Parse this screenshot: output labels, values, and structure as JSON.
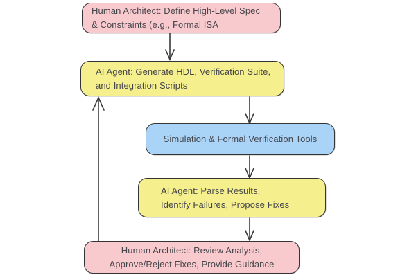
{
  "diagram": {
    "type": "flowchart",
    "description": "Human-in-the-loop AI hardware design iteration flow",
    "nodes": [
      {
        "id": "spec",
        "role": "human",
        "lines": [
          "Human Architect: Define High-Level Spec",
          "& Constraints (e.g., Formal ISA"
        ]
      },
      {
        "id": "generate",
        "role": "ai",
        "lines": [
          "AI Agent: Generate HDL, Verification Suite,",
          "and Integration Scripts"
        ]
      },
      {
        "id": "simverify",
        "role": "tool",
        "lines": [
          "Simulation & Formal Verification Tools"
        ]
      },
      {
        "id": "parse",
        "role": "ai",
        "lines": [
          "AI Agent: Parse Results,",
          "Identify Failures, Propose Fixes"
        ]
      },
      {
        "id": "review",
        "role": "human",
        "lines": [
          "Human Architect: Review Analysis,",
          "Approve/Reject Fixes, Provide Guidance"
        ]
      }
    ],
    "edges": [
      {
        "from": "spec",
        "to": "generate",
        "direction": "down"
      },
      {
        "from": "generate",
        "to": "simverify",
        "direction": "down"
      },
      {
        "from": "simverify",
        "to": "parse",
        "direction": "down"
      },
      {
        "from": "parse",
        "to": "review",
        "direction": "down"
      },
      {
        "from": "review",
        "to": "generate",
        "direction": "up",
        "kind": "feedback"
      }
    ],
    "colors": {
      "human_node_fill": "#f8cace",
      "ai_node_fill": "#f5ef8d",
      "tool_node_fill": "#aad4f7",
      "stroke": "#343434",
      "text": "#45464b",
      "background": "#ffffff"
    }
  }
}
